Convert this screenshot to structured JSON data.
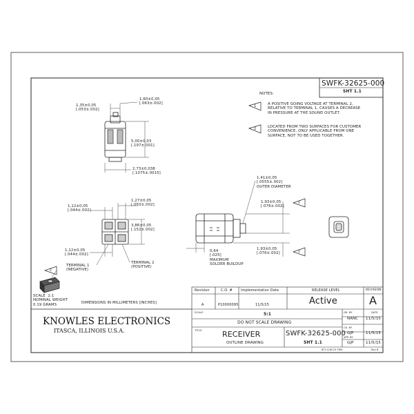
{
  "title_block": {
    "part_number": "SWFK-32625-000",
    "sheet": "SHT 1.1",
    "revision_header": "Revision",
    "co_header": "C.O. #",
    "impl_date_header": "Implementation Date",
    "release_level_header": "RELEASE LEVEL",
    "revision_col_header": "REVISION",
    "revision_value": "A",
    "co_value": "P10000095",
    "impl_date_value": "11/5/15",
    "release_level": "Active",
    "revision_letter": "A",
    "scale_label": "SCALE",
    "scale_value": "5:1",
    "do_not_scale": "DO NOT SCALE DRAWING",
    "title_label": "TITLE",
    "title": "RECEIVER",
    "subtitle": "OUTLINE DRAWING",
    "sheet_number": "SHT 1.1",
    "dr_by": "DR. BY",
    "dr_name": "NANC",
    "ck_by": "CK. BY",
    "ck_name": "GJP",
    "app_by": "APP. BY",
    "app_name": "GJP",
    "date_label": "DATE",
    "date1": "11/5/15",
    "date2": "11/5/15",
    "date3": "11/5/15",
    "form_number": "BT1116C25 FRM",
    "form_rev": "Rev B"
  },
  "company": {
    "name": "KNOWLES ELECTRONICS",
    "location": "ITASCA, ILLINOIS U.S.A."
  },
  "notes": {
    "header": "NOTES:",
    "items": [
      {
        "number": "1",
        "text": "A POSITIVE GOING VOLTAGE AT TERMINAL 2,\nRELATIVE TO TERMINAL 1, CAUSES A DECREASE\nIN PRESSURE AT THE SOUND OUTLET."
      },
      {
        "number": "2",
        "text": "LOCATED FROM TWO SURFACES FOR CUSTOMER\nCONVENIENCE, ONLY APPLICABLE FROM ONE\nSURFACE, NOT TO BE USED TOGETHER."
      }
    ]
  },
  "dimensions": {
    "top_width": "1,35±0,05\n[.053±.002]",
    "top_outlet": "1,60±0,05\n[.063±.002]",
    "height": "5,00±0,03\n[.197±.001]",
    "depth": "2,73±0,038\n[.1075±.0015]",
    "term_width": "1,12±0,05\n[.044±.002]",
    "term_gap": "1,27±0,05\n[.050±.002]",
    "body_height": "3,86±0,05\n[.152±.002]",
    "term_bottom": "1,12±0,05\n[.044±.002]",
    "outer_diameter": "1,41±0,05\n[.0555±.002]\nOUTER DIAMETER",
    "side_top": "1,93±0,05\n[.076±.002]",
    "side_bottom": "1,93±0,05\n[.076±.002]",
    "solder": "0,64\n[.025]\nMAXIMUM\nSOLDER BUILDUP"
  },
  "terminals": {
    "t1": "TERMINAL 1\n(NEGATIVE)",
    "t2": "TERMINAL 2\n(POSITIVE)",
    "note_flag_1": "1",
    "note_flag_2": "2",
    "note_flag_3": "2",
    "note_flag_4": "2"
  },
  "iso": {
    "scale": "SCALE  2:1\nNOMINAL WEIGHT\n0.19 GRAMS"
  },
  "units_note": "DIMENSIONS IN MILLIMETERS [INCHES]"
}
